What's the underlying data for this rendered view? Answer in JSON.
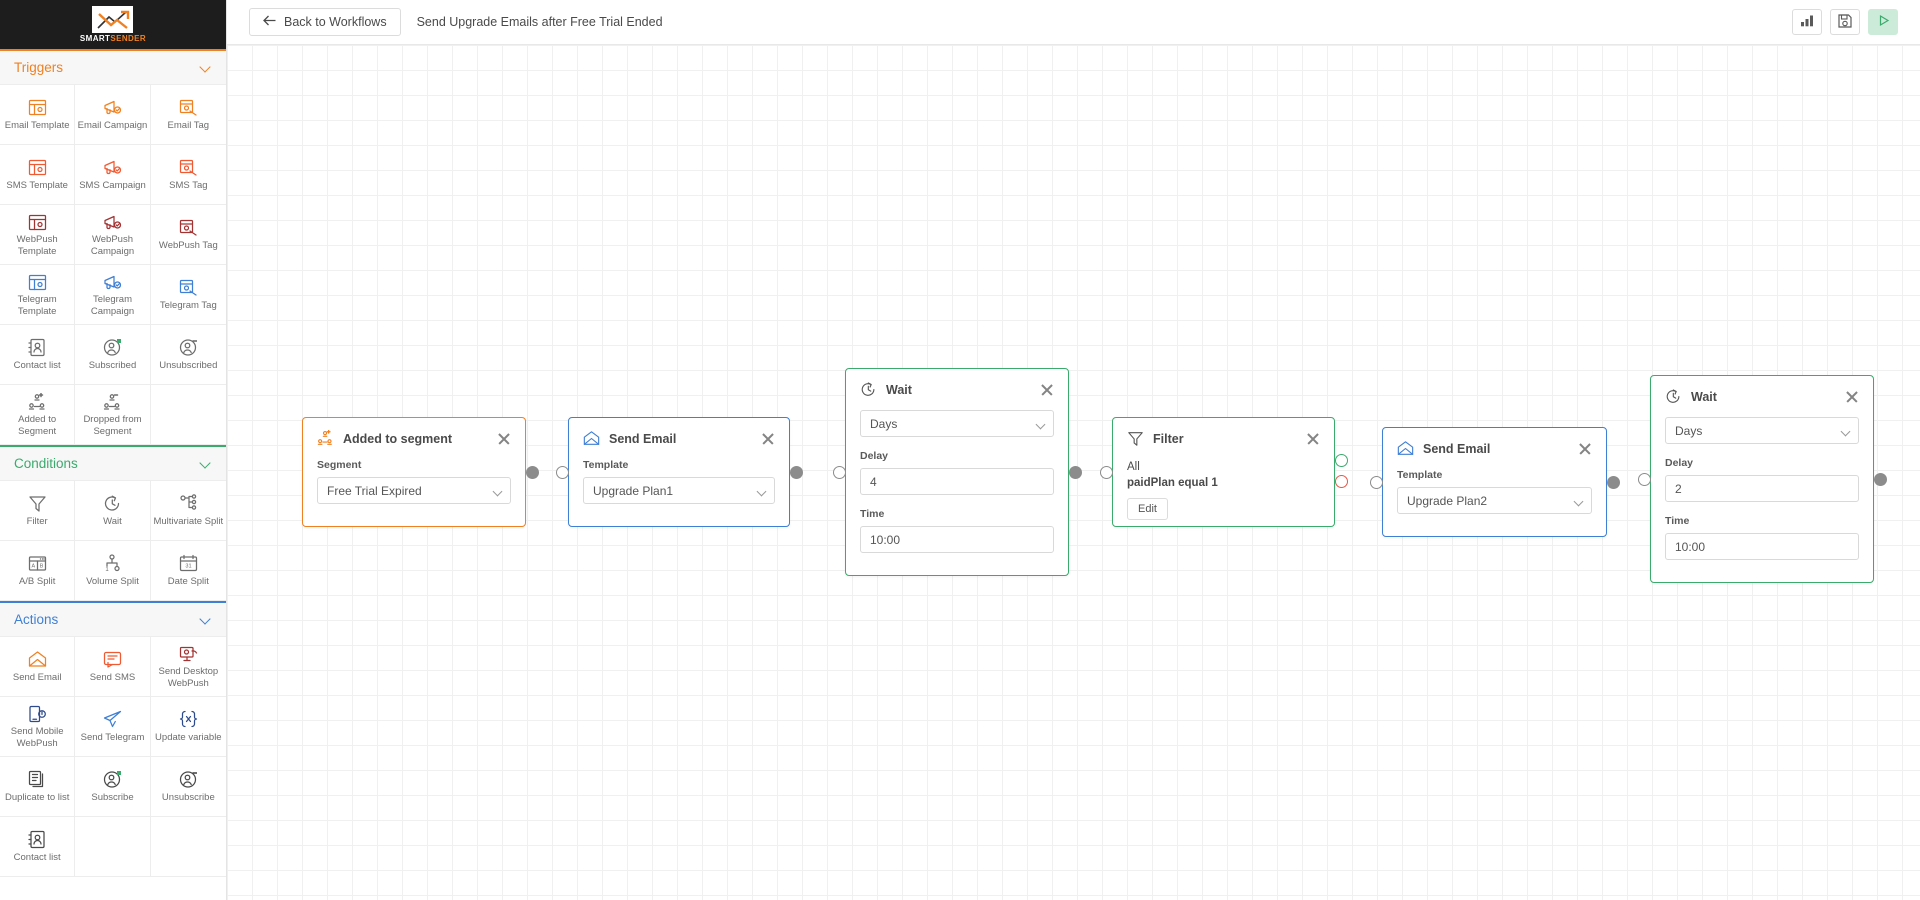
{
  "brand": {
    "word1": "SMART",
    "word2": "SENDER",
    "logo_icon": "chart-arrow-logo"
  },
  "topbar": {
    "back_label": "Back to Workflows",
    "back_icon": "arrow-left-icon",
    "workflow_title": "Send Upgrade Emails after Free Trial Ended",
    "buttons": [
      {
        "name": "statistics-button",
        "icon": "bar-chart-icon"
      },
      {
        "name": "save-button",
        "icon": "floppy-disk-icon"
      },
      {
        "name": "run-button",
        "icon": "play-icon"
      }
    ]
  },
  "sidebar": {
    "sections": [
      {
        "key": "triggers",
        "title": "Triggers",
        "accent": "#f08122",
        "collapse_icon": "chevron-down-icon",
        "items": [
          {
            "label": "Email Template",
            "icon": "template-icon",
            "color": "#f08122"
          },
          {
            "label": "Email Campaign",
            "icon": "megaphone-icon",
            "color": "#f08122"
          },
          {
            "label": "Email Tag",
            "icon": "tag-window-icon",
            "color": "#f08122"
          },
          {
            "label": "SMS Template",
            "icon": "template-icon",
            "color": "#ef5a33"
          },
          {
            "label": "SMS Campaign",
            "icon": "megaphone-icon",
            "color": "#ef5a33"
          },
          {
            "label": "SMS Tag",
            "icon": "tag-window-icon",
            "color": "#ef5a33"
          },
          {
            "label": "WebPush Template",
            "icon": "template-icon",
            "color": "#a33232"
          },
          {
            "label": "WebPush Campaign",
            "icon": "megaphone-icon",
            "color": "#a33232"
          },
          {
            "label": "WebPush Tag",
            "icon": "tag-window-icon",
            "color": "#a33232"
          },
          {
            "label": "Telegram Template",
            "icon": "template-icon",
            "color": "#3f7fd4"
          },
          {
            "label": "Telegram Campaign",
            "icon": "megaphone-icon",
            "color": "#3f7fd4"
          },
          {
            "label": "Telegram Tag",
            "icon": "tag-window-icon",
            "color": "#3f7fd4"
          },
          {
            "label": "Contact list",
            "icon": "contact-card-icon",
            "color": "#6d6d6d"
          },
          {
            "label": "Subscribed",
            "icon": "user-check-icon",
            "color": "#6d6d6d"
          },
          {
            "label": "Unsubscribed",
            "icon": "user-minus-icon",
            "color": "#6d6d6d"
          },
          {
            "label": "Added to Segment",
            "icon": "segment-add-icon",
            "color": "#6d6d6d"
          },
          {
            "label": "Dropped from Segment",
            "icon": "segment-remove-icon",
            "color": "#6d6d6d"
          }
        ]
      },
      {
        "key": "conditions",
        "title": "Conditions",
        "accent": "#3aab6d",
        "collapse_icon": "chevron-down-icon",
        "items": [
          {
            "label": "Filter",
            "icon": "funnel-icon",
            "color": "#6d6d6d"
          },
          {
            "label": "Wait",
            "icon": "clock-arrow-icon",
            "color": "#6d6d6d"
          },
          {
            "label": "Multivariate Split",
            "icon": "split-nodes-icon",
            "color": "#6d6d6d"
          },
          {
            "label": "A/B Split",
            "icon": "ab-split-icon",
            "color": "#6d6d6d"
          },
          {
            "label": "Volume Split",
            "icon": "volume-split-icon",
            "color": "#6d6d6d"
          },
          {
            "label": "Date Split",
            "icon": "calendar-icon",
            "color": "#6d6d6d"
          }
        ]
      },
      {
        "key": "actions",
        "title": "Actions",
        "accent": "#3f7fd4",
        "collapse_icon": "chevron-down-icon",
        "items": [
          {
            "label": "Send Email",
            "icon": "open-envelope-icon",
            "color": "#f08122"
          },
          {
            "label": "Send SMS",
            "icon": "chat-bubble-icon",
            "color": "#ef5a33"
          },
          {
            "label": "Send Desktop WebPush",
            "icon": "desktop-push-icon",
            "color": "#a33232"
          },
          {
            "label": "Send Mobile WebPush",
            "icon": "mobile-push-icon",
            "color": "#2c4a8c"
          },
          {
            "label": "Send Telegram",
            "icon": "paper-plane-icon",
            "color": "#3f7fd4"
          },
          {
            "label": "Update variable",
            "icon": "braces-x-icon",
            "color": "#2c4a8c"
          },
          {
            "label": "Duplicate to list",
            "icon": "copy-icon",
            "color": "#4a4a4a"
          },
          {
            "label": "Subscribe",
            "icon": "user-check-icon",
            "color": "#4a4a4a"
          },
          {
            "label": "Unsubscribe",
            "icon": "user-minus-icon",
            "color": "#4a4a4a"
          },
          {
            "label": "Contact list",
            "icon": "contact-card-icon",
            "color": "#4a4a4a"
          }
        ]
      }
    ]
  },
  "canvas": {
    "nodes": [
      {
        "id": "added-to-segment",
        "type": "trigger",
        "title": "Added to segment",
        "icon": "segment-add-icon",
        "accent": "#f08122",
        "fields": [
          {
            "label": "Segment",
            "kind": "select",
            "value": "Free Trial Expired"
          }
        ]
      },
      {
        "id": "send-email-1",
        "type": "action",
        "title": "Send Email",
        "icon": "open-envelope-icon",
        "accent": "#3f7fd4",
        "fields": [
          {
            "label": "Template",
            "kind": "select",
            "value": "Upgrade Plan1"
          }
        ]
      },
      {
        "id": "wait-1",
        "type": "condition",
        "title": "Wait",
        "icon": "clock-arrow-icon",
        "accent": "#3aab6d",
        "fields": [
          {
            "label": "",
            "kind": "select",
            "value": "Days"
          },
          {
            "label": "Delay",
            "kind": "input",
            "value": "4"
          },
          {
            "label": "Time",
            "kind": "input",
            "value": "10:00"
          }
        ]
      },
      {
        "id": "filter-1",
        "type": "condition",
        "title": "Filter",
        "icon": "funnel-icon",
        "accent": "#3aab6d",
        "match": "All",
        "rule": "paidPlan equal 1",
        "edit_label": "Edit"
      },
      {
        "id": "send-email-2",
        "type": "action",
        "title": "Send Email",
        "icon": "open-envelope-icon",
        "accent": "#3f7fd4",
        "fields": [
          {
            "label": "Template",
            "kind": "select",
            "value": "Upgrade Plan2"
          }
        ]
      },
      {
        "id": "wait-2",
        "type": "condition",
        "title": "Wait",
        "icon": "clock-arrow-icon",
        "accent": "#3aab6d",
        "fields": [
          {
            "label": "",
            "kind": "select",
            "value": "Days"
          },
          {
            "label": "Delay",
            "kind": "input",
            "value": "2"
          },
          {
            "label": "Time",
            "kind": "input",
            "value": "10:00"
          }
        ]
      }
    ]
  }
}
